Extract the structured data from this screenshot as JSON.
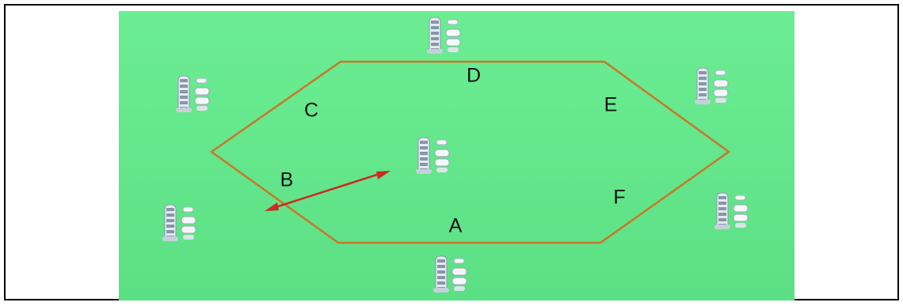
{
  "diagram": {
    "background_color": "#63e88a",
    "hexagon_stroke_color": "#c9762a",
    "arrow_color": "#cc2a22",
    "cell_labels": {
      "A": "A",
      "B": "B",
      "C": "C",
      "D": "D",
      "E": "E",
      "F": "F"
    },
    "base_station_icon": "base-station-tower-icon"
  }
}
